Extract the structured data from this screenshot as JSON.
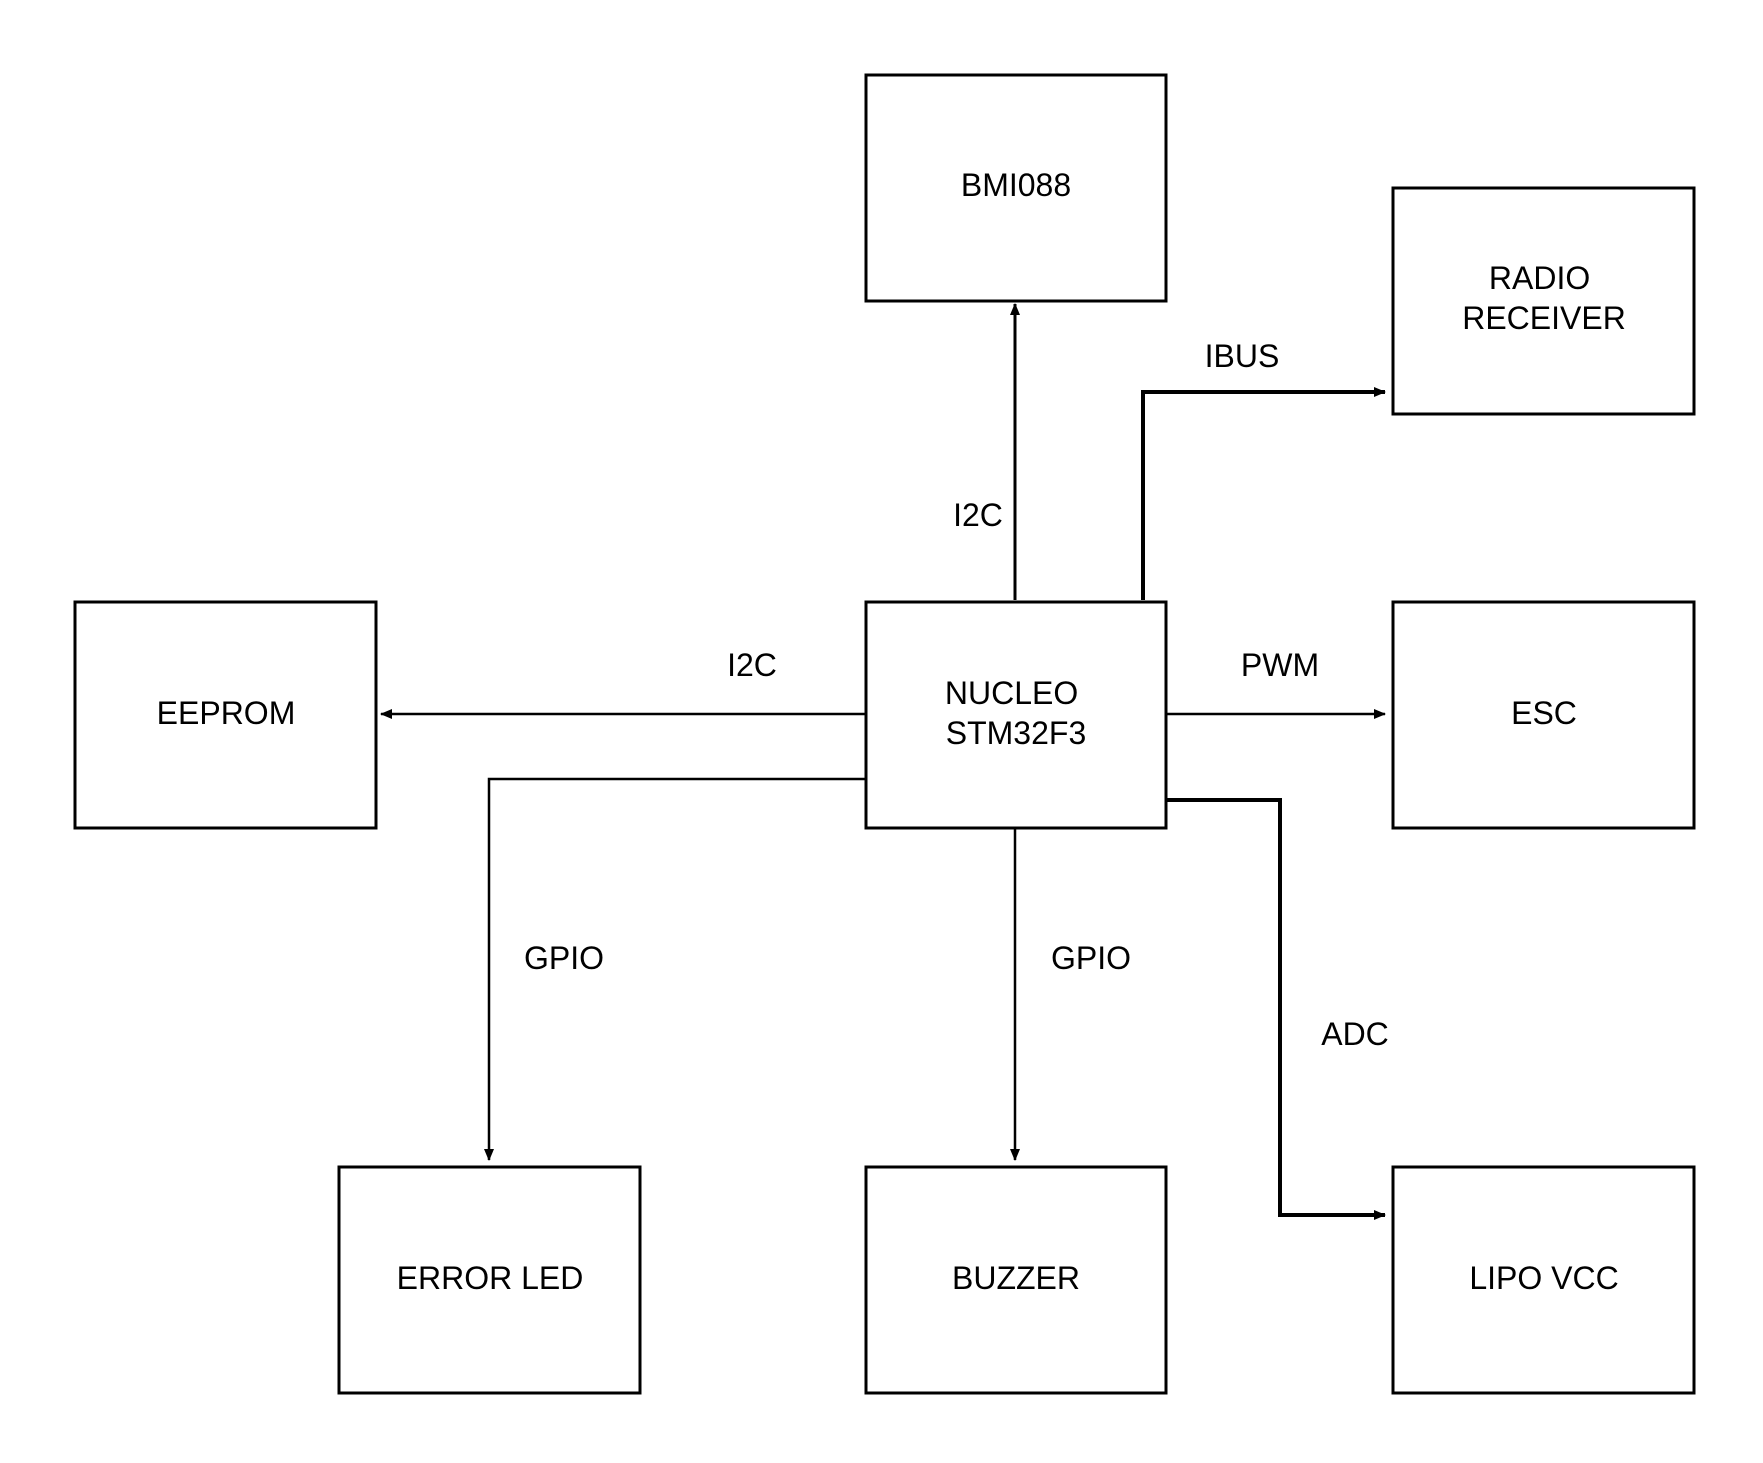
{
  "nodes": {
    "bmi088": {
      "label": [
        "BMI088"
      ]
    },
    "radio": {
      "label": [
        "RADIO",
        "RECEIVER"
      ]
    },
    "eeprom": {
      "label": [
        "EEPROM"
      ]
    },
    "nucleo": {
      "label": [
        "NUCLEO",
        "STM32F3"
      ]
    },
    "esc": {
      "label": [
        "ESC"
      ]
    },
    "errorled": {
      "label": [
        "ERROR LED"
      ]
    },
    "buzzer": {
      "label": [
        "BUZZER"
      ]
    },
    "lipo": {
      "label": [
        "LIPO VCC"
      ]
    }
  },
  "edges": {
    "to_bmi088": {
      "label": "I2C",
      "from": "NUCLEO STM32F3",
      "to": "BMI088"
    },
    "to_radio": {
      "label": "IBUS",
      "from": "NUCLEO STM32F3",
      "to": "RADIO RECEIVER"
    },
    "to_eeprom": {
      "label": "I2C",
      "from": "NUCLEO STM32F3",
      "to": "EEPROM"
    },
    "to_esc": {
      "label": "PWM",
      "from": "NUCLEO STM32F3",
      "to": "ESC"
    },
    "to_errorled": {
      "label": "GPIO",
      "from": "NUCLEO STM32F3",
      "to": "ERROR LED"
    },
    "to_buzzer": {
      "label": "GPIO",
      "from": "NUCLEO STM32F3",
      "to": "BUZZER"
    },
    "to_lipo": {
      "label": "ADC",
      "from": "NUCLEO STM32F3",
      "to": "LIPO VCC"
    }
  },
  "colors": {
    "stroke": "#000000",
    "fill": "#ffffff",
    "text": "#000000"
  }
}
